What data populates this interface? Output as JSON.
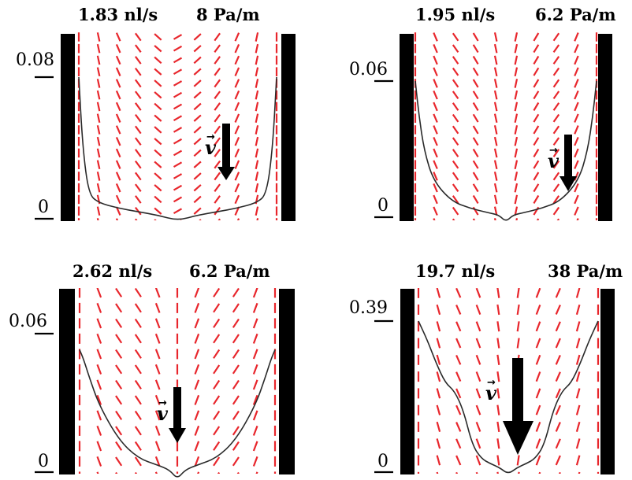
{
  "chart_data": [
    {
      "type": "line",
      "flow_rate": "1.83 nl/s",
      "pressure_gradient": "8 Pa/m",
      "y_ticks": [
        "0.08",
        "0"
      ],
      "ylim": [
        0,
        0.08
      ],
      "velocity_label": "v",
      "x": [
        0,
        0.02,
        0.05,
        0.1,
        0.2,
        0.3,
        0.4,
        0.5,
        0.6,
        0.7,
        0.8,
        0.9,
        0.95,
        0.98,
        1
      ],
      "y": [
        0.08,
        0.04,
        0.014,
        0.009,
        0.006,
        0.004,
        0.002,
        -0.001,
        0.002,
        0.004,
        0.006,
        0.009,
        0.014,
        0.04,
        0.08
      ]
    },
    {
      "type": "line",
      "flow_rate": "1.95 nl/s",
      "pressure_gradient": "6.2 Pa/m",
      "y_ticks": [
        "0.06",
        "0"
      ],
      "ylim": [
        0,
        0.06
      ],
      "velocity_label": "v",
      "x": [
        0,
        0.02,
        0.05,
        0.1,
        0.2,
        0.3,
        0.4,
        0.46,
        0.5,
        0.54,
        0.6,
        0.7,
        0.8,
        0.9,
        0.95,
        0.98,
        1
      ],
      "y": [
        0.06,
        0.045,
        0.029,
        0.016,
        0.007,
        0.004,
        0.002,
        0.001,
        -0.002,
        0.001,
        0.002,
        0.004,
        0.007,
        0.016,
        0.029,
        0.045,
        0.06
      ]
    },
    {
      "type": "line",
      "flow_rate": "2.62 nl/s",
      "pressure_gradient": "6.2 Pa/m",
      "y_ticks": [
        "0.06",
        "0"
      ],
      "ylim": [
        0,
        0.06
      ],
      "velocity_label": "v",
      "x": [
        0,
        0.02,
        0.05,
        0.1,
        0.2,
        0.3,
        0.4,
        0.46,
        0.5,
        0.54,
        0.6,
        0.7,
        0.8,
        0.9,
        0.95,
        0.98,
        1
      ],
      "y": [
        0.053,
        0.049,
        0.041,
        0.029,
        0.014,
        0.006,
        0.003,
        0.001,
        -0.003,
        0.001,
        0.003,
        0.006,
        0.014,
        0.029,
        0.041,
        0.049,
        0.053
      ]
    },
    {
      "type": "line",
      "flow_rate": "19.7 nl/s",
      "pressure_gradient": "38 Pa/m",
      "y_ticks": [
        "0.39",
        "0"
      ],
      "ylim": [
        0,
        0.39
      ],
      "velocity_label": "v",
      "x": [
        0,
        0.05,
        0.1,
        0.15,
        0.2,
        0.25,
        0.3,
        0.35,
        0.4,
        0.45,
        0.5,
        0.55,
        0.6,
        0.65,
        0.7,
        0.75,
        0.8,
        0.85,
        0.9,
        0.95,
        1
      ],
      "y": [
        0.39,
        0.34,
        0.28,
        0.23,
        0.21,
        0.16,
        0.07,
        0.035,
        0.022,
        0.012,
        -0.005,
        0.012,
        0.022,
        0.035,
        0.07,
        0.16,
        0.21,
        0.23,
        0.28,
        0.34,
        0.39
      ]
    }
  ]
}
